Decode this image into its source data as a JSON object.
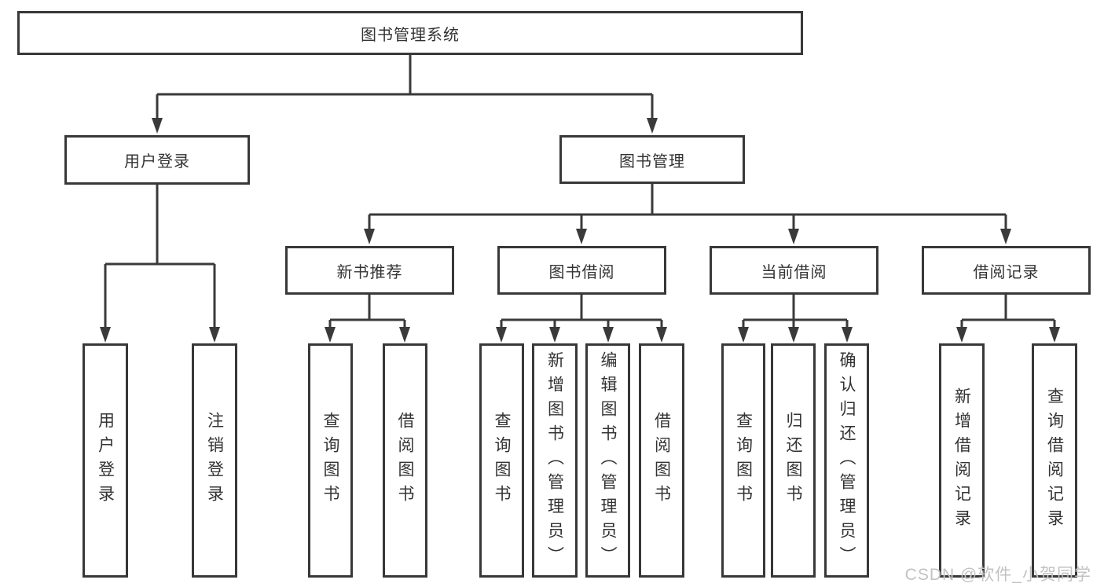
{
  "diagram": {
    "root": "图书管理系统",
    "level2": {
      "user_login": "用户登录",
      "book_mgmt": "图书管理"
    },
    "level3": {
      "new_books": "新书推荐",
      "book_borrow": "图书借阅",
      "current_borrow": "当前借阅",
      "borrow_records": "借阅记录"
    },
    "leaves": {
      "user_login": "用户登录",
      "logout": "注销登录",
      "nb_query_books": "查询图书",
      "nb_borrow_books": "借阅图书",
      "bb_query_books": "查询图书",
      "bb_add_books": "新增图书（管理员）",
      "bb_edit_books": "编辑图书（管理员）",
      "bb_borrow_books": "借阅图书",
      "cb_query_books": "查询图书",
      "cb_return_books": "归还图书",
      "cb_confirm_return": "确认归还（管理员）",
      "rec_add_record": "新增借阅记录",
      "rec_query_record": "查询借阅记录"
    }
  },
  "watermark": "CSDN @软件_小贺同学",
  "colors": {
    "line": "#3a3a3a",
    "border": "#383838",
    "text": "#333333",
    "watermark": "#c2c2c2",
    "background": "#ffffff"
  }
}
